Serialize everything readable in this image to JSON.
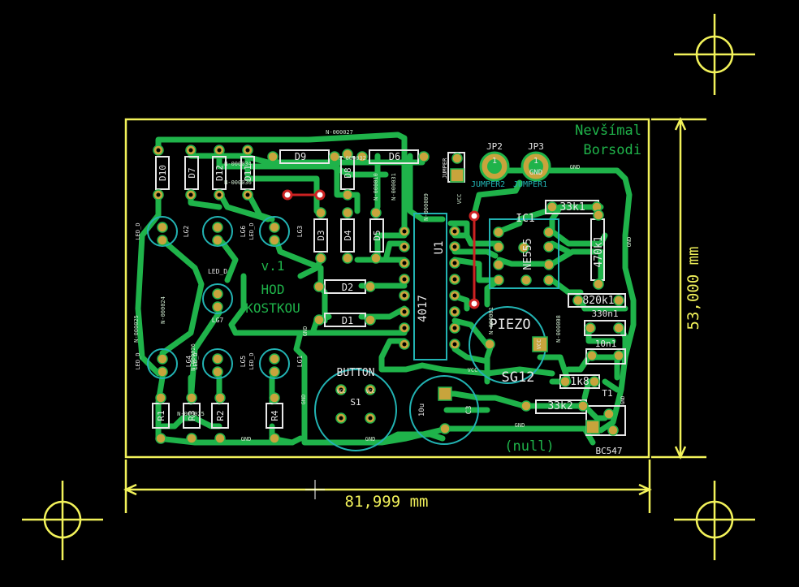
{
  "colors": {
    "background": "#000000",
    "edge_cuts": "#f2f25a",
    "copper": "#1fb34a",
    "silk": "#e8e8e8",
    "courtyard": "#22b3b3",
    "pad_ring": "#c8a43c",
    "via": "#c8a43c",
    "jumper_wire": "#cc2222"
  },
  "board": {
    "title_line1": "Nevšímal",
    "title_line2": "Borsodi",
    "version": "v.1",
    "name_line1": "HOD",
    "name_line2": "KOSTKOU",
    "footer": "(null)"
  },
  "dimensions": {
    "width_label": "81,999 mm",
    "height_label": "53,000 mm"
  },
  "components": {
    "ic1_ref": "IC1",
    "ic1_val": "NE555",
    "u1_ref": "U1",
    "u1_val": "4017",
    "piezo_val": "PIEZO",
    "piezo_ref": "SG12",
    "button_val": "BUTTON",
    "button_ref": "S1",
    "t1_ref": "T1",
    "t1_val": "BC547",
    "jp2": "JP2",
    "jp3": "JP3",
    "jp2_pad": "1",
    "jp3_pad": "1",
    "jp3_net": "GND",
    "jumper2": "JUMPER2",
    "jumper1": "JUMPER1",
    "jumper_label": "JUMPER",
    "r_33k1": "33k1",
    "r_470k1": "470k1",
    "r_820k1": "820k1",
    "c_330n1": "330n1",
    "c_10n1": "10n1",
    "r_1k8": "1k8",
    "r_33k2": "33k2",
    "c3_val": "10u",
    "c3_ref": "C3",
    "d1": "D1",
    "d2": "D2",
    "d3": "D3",
    "d4": "D4",
    "d5": "D5",
    "d6": "D6",
    "d7": "D7",
    "d8": "D8",
    "d9": "D9",
    "d10": "D10",
    "d11": "D11",
    "d12": "D12",
    "r1": "R1",
    "r2": "R2",
    "r3": "R3",
    "r4": "R4",
    "led_d": "LED_D",
    "lg1": "LG1",
    "lg2": "LG2",
    "lg3": "LG3",
    "lg4": "LG4",
    "lg5": "LG5",
    "lg6": "LG6",
    "lg7": "LG7",
    "piezo_pin_vcc": "VCC",
    "button_pin_vcc1": "VCC",
    "button_pin_vcc2": "VCC",
    "t1_pin_gnd": "GND"
  },
  "nets": {
    "n27": "N-000027",
    "n32": "N-000032",
    "n34": "N-000034",
    "n36": "N-000036",
    "n31": "N-000031",
    "n24": "N-000024",
    "n25": "N-000025",
    "n26": "N-000026",
    "n09": "N-000009",
    "n08": "N-000008",
    "n01": "N-000001",
    "n10": "N-000010",
    "vcc": "VCC",
    "gnd": "GND"
  }
}
